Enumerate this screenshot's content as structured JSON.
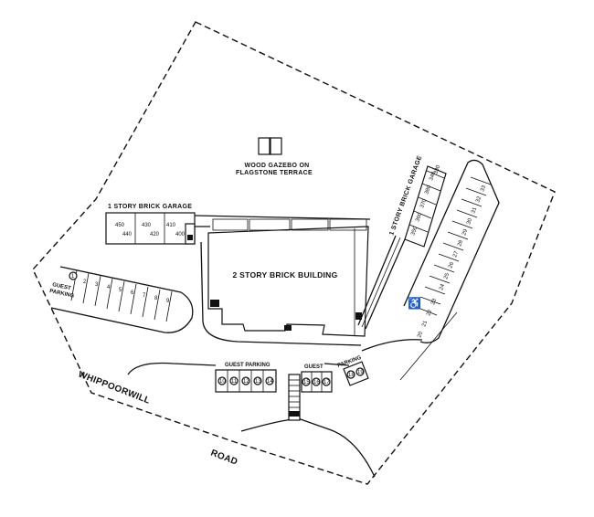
{
  "labels": {
    "gazebo_line1": "WOOD GAZEBO ON",
    "gazebo_line2": "FLAGSTONE TERRACE",
    "garage_west": "1 STORY BRICK GARAGE",
    "garage_east": "1 STORY BRICK GARAGE",
    "building": "2 STORY BRICK BUILDING",
    "guest_parking_west": "GUEST",
    "guest_parking_west_2": "PARKING",
    "guest_parking_center": "GUEST PARKING",
    "guest_parking_right": "GUEST",
    "parking_small": "PARKING",
    "road_1": "WHIPPOORWILL",
    "road_2": "ROAD"
  },
  "garage_west_units": [
    {
      "top": "450",
      "bottom": "440"
    },
    {
      "top": "430",
      "bottom": "420"
    },
    {
      "top": "410",
      "bottom": "400"
    }
  ],
  "garage_east_units": [
    "350",
    "360",
    "370",
    "380",
    "340",
    "330"
  ],
  "west_lot_spaces": [
    "1",
    "2",
    "3",
    "4",
    "5",
    "6",
    "7",
    "8",
    "9"
  ],
  "east_lot_spaces": [
    "20",
    "21",
    "22",
    "23",
    "24",
    "25",
    "26",
    "27",
    "28",
    "29",
    "30",
    "31",
    "32",
    "33"
  ],
  "guest_center_spaces": [
    "10",
    "11",
    "12",
    "13",
    "14"
  ],
  "guest_right_spaces": [
    "15",
    "16",
    "17"
  ],
  "guest_small_spaces": [
    "18",
    "19"
  ],
  "handicap_symbol": "♿"
}
